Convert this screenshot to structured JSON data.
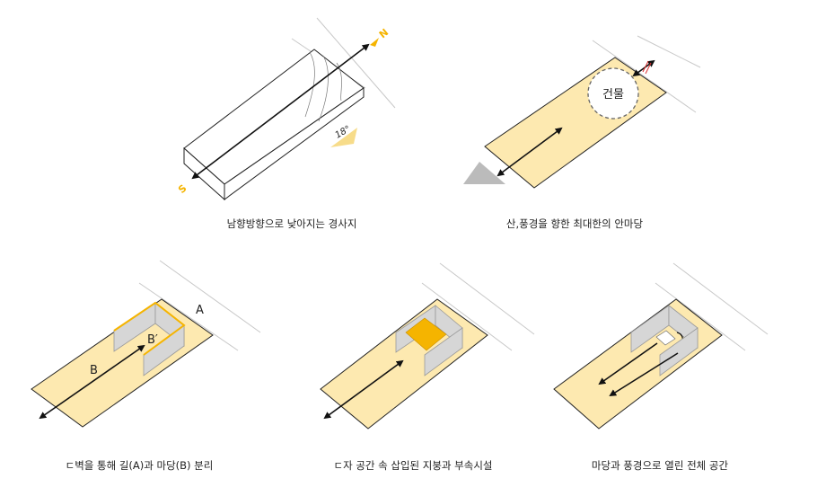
{
  "panels": [
    {
      "caption": "남향방향으로 낮아지는 경사지",
      "labels": {
        "north": "N",
        "south": "S",
        "slope": "18°"
      }
    },
    {
      "caption": "산,풍경을 향한 최대한의 안마당",
      "labels": {
        "building": "건물"
      }
    },
    {
      "caption": "ㄷ벽을 통해 길(A)과 마당(B) 분리",
      "labels": {
        "a": "A",
        "b": "B",
        "b_prime": "B′"
      }
    },
    {
      "caption": "ㄷ자 공간 속 삽입된 지붕과 부속시설"
    },
    {
      "caption": "마당과 풍경으로 열린 전체 공간"
    }
  ],
  "colors": {
    "site": "#fde9b0",
    "accent": "#f5b400",
    "wall": "#d6d6d6"
  }
}
